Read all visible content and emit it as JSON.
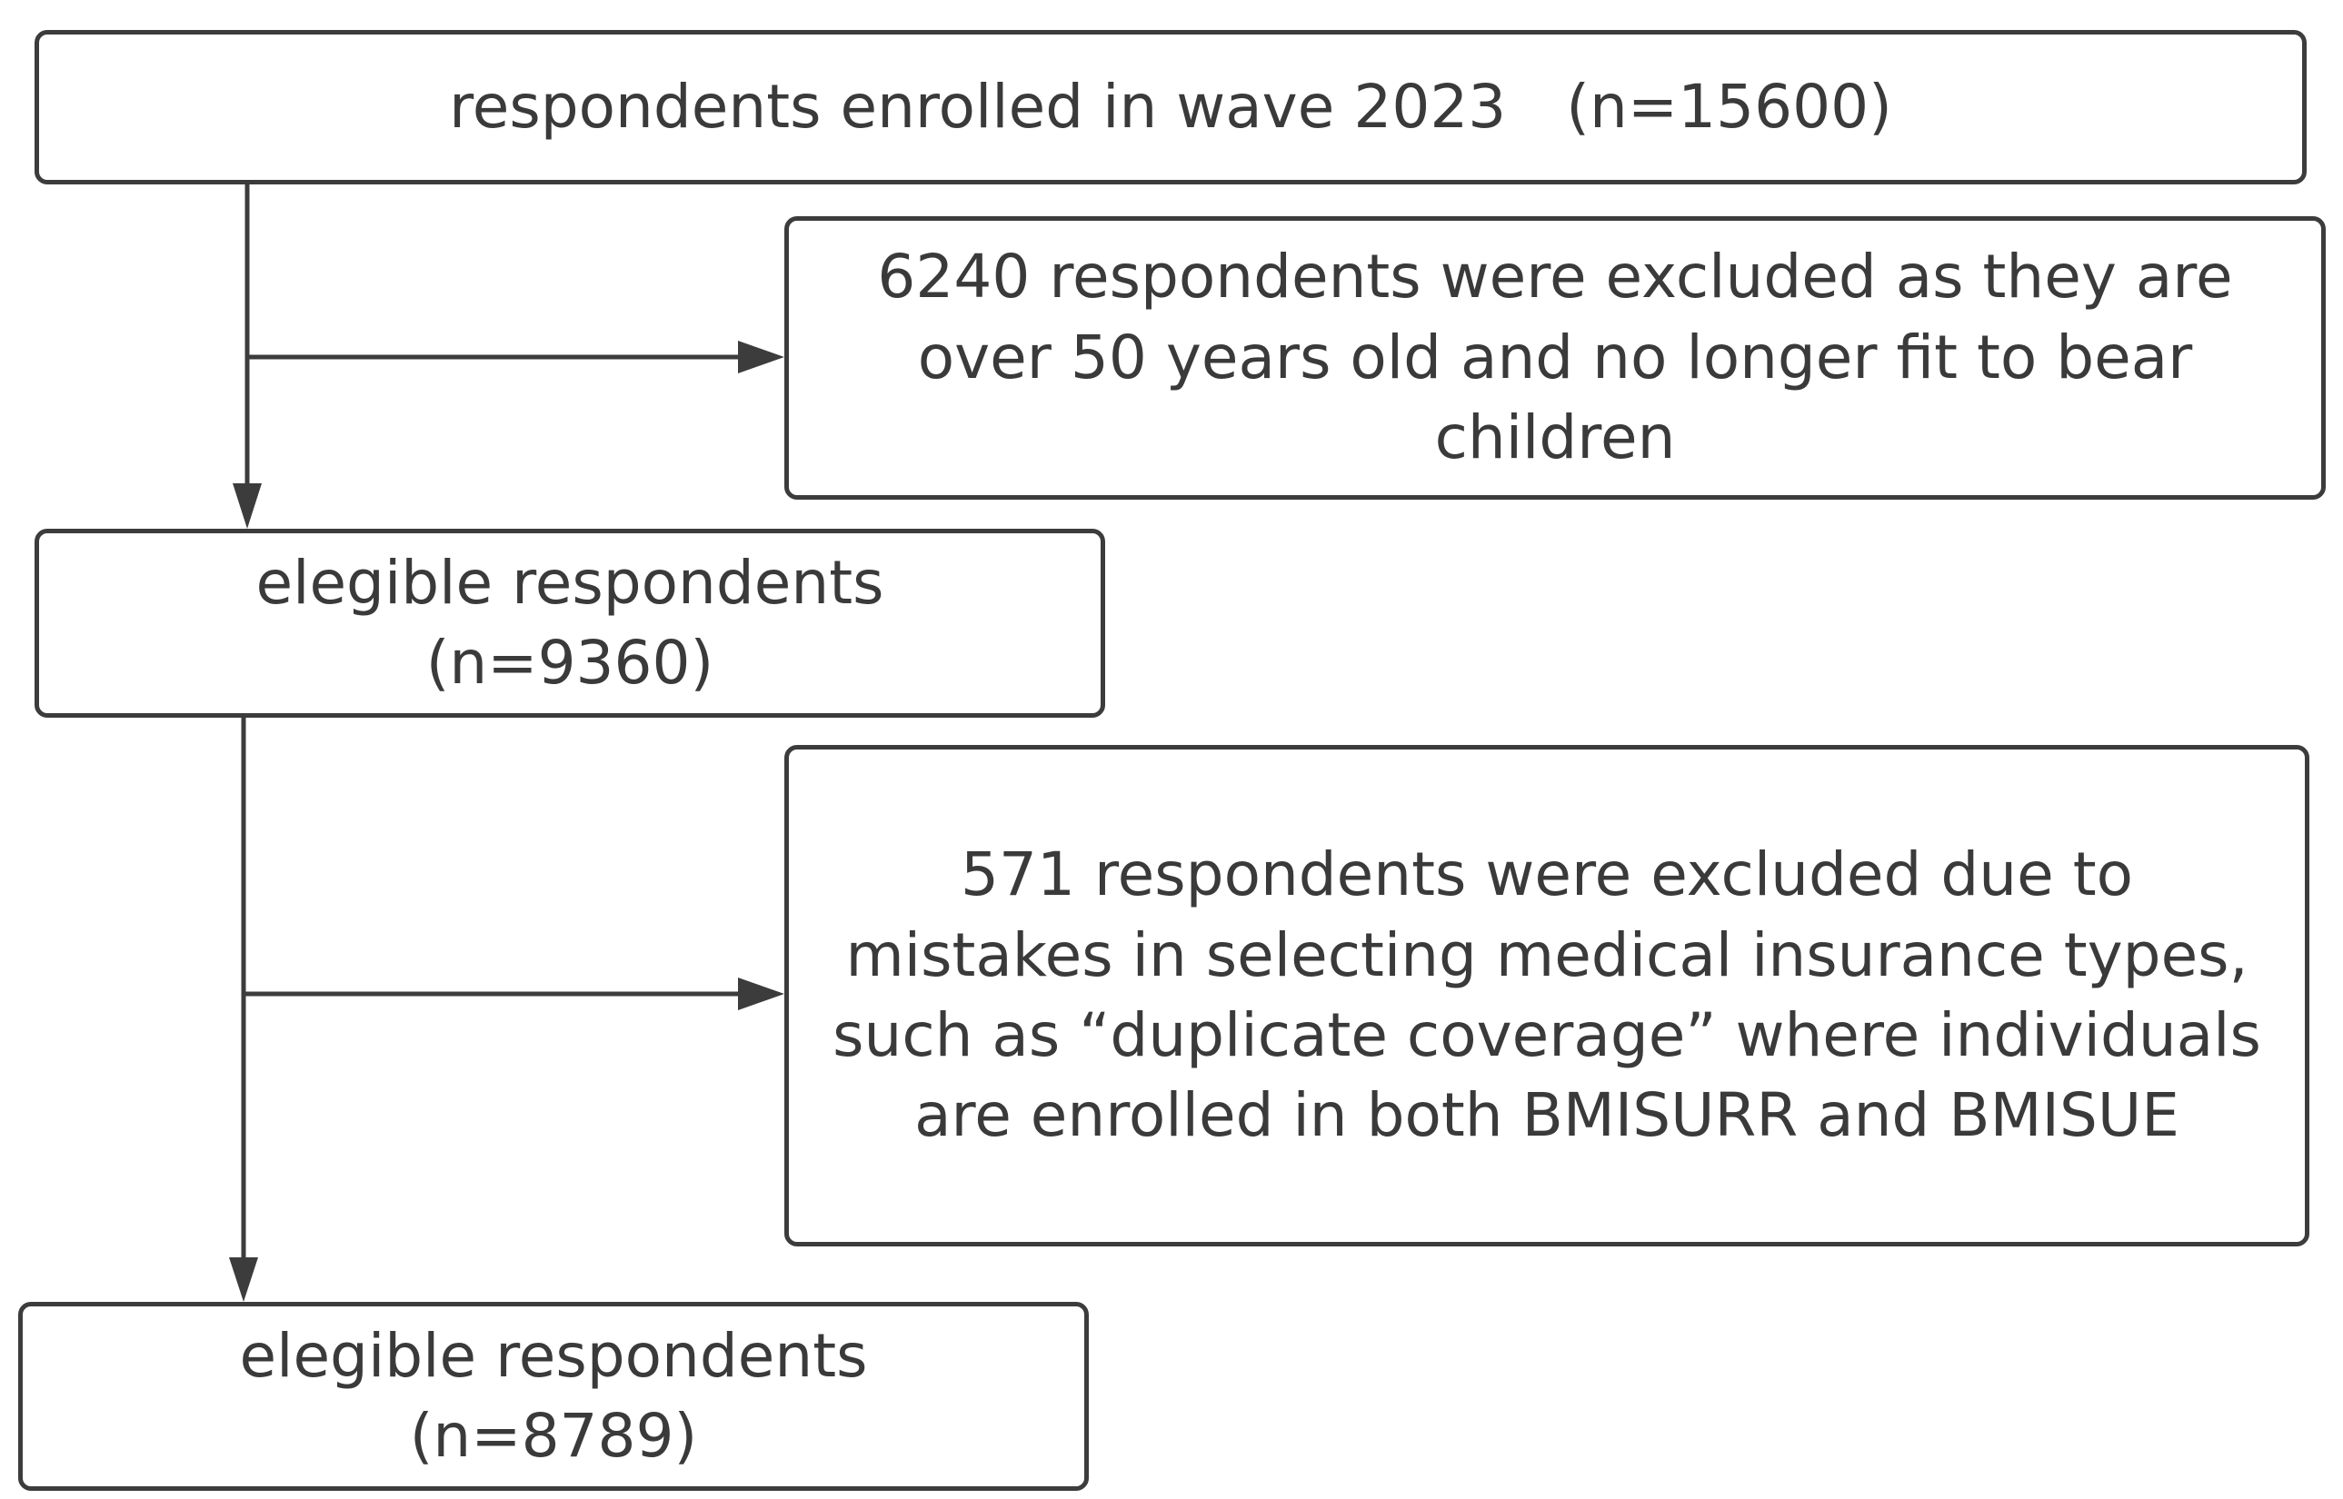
{
  "flowchart": {
    "enrolled": {
      "text": "respondents enrolled in wave 2023　(n=15600)"
    },
    "excluded_age": {
      "text": "6240 respondents were excluded as they are over 50 years old and no longer fit to bear children"
    },
    "eligible_1": {
      "line1": "elegible respondents",
      "line2": "(n=9360)"
    },
    "excluded_insurance": {
      "text": "571 respondents were excluded due to mistakes in selecting medical insurance types, such as “duplicate coverage” where individuals are enrolled in both BMISURR and BMISUE"
    },
    "eligible_2": {
      "line1": "elegible respondents",
      "line2": "(n=8789)"
    }
  },
  "colors": {
    "stroke": "#3c3c3c",
    "text": "#3a3a3a",
    "background": "#ffffff"
  }
}
